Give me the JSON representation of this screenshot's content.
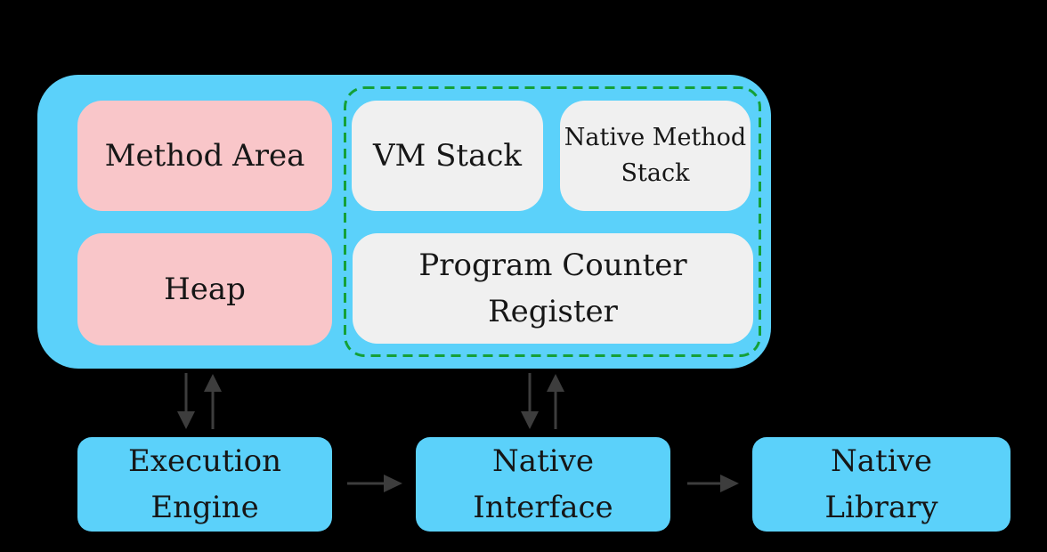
{
  "colors": {
    "container_blue": "#5BD1FA",
    "box_pink": "#F9C6C9",
    "box_gray": "#F0F0F0",
    "dash_green": "#14A038",
    "arrow_gray": "#3D3D3D",
    "text_dark": "#161616",
    "bg": "#000000"
  },
  "diagram": {
    "runtime_area": {
      "memory_boxes": {
        "method_area": {
          "label": "Method Area"
        },
        "heap": {
          "label": "Heap"
        }
      },
      "thread_boxes": {
        "vm_stack": {
          "label": "VM Stack"
        },
        "native_method_stack": {
          "label": "Native Method Stack",
          "line1": "Native Method",
          "line2": "Stack"
        },
        "pc_register": {
          "label": "Program Counter Register",
          "line1": "Program Counter",
          "line2": "Register"
        }
      }
    },
    "bottom_boxes": {
      "execution_engine": {
        "label": "Execution Engine",
        "line1": "Execution",
        "line2": "Engine"
      },
      "native_interface": {
        "label": "Native Interface",
        "line1": "Native",
        "line2": "Interface"
      },
      "native_library": {
        "label": "Native Library",
        "line1": "Native",
        "line2": "Library"
      }
    },
    "arrows": [
      {
        "from": "runtime-data-area",
        "to": "execution-engine",
        "direction": "down"
      },
      {
        "from": "execution-engine",
        "to": "runtime-data-area",
        "direction": "up"
      },
      {
        "from": "runtime-data-area",
        "to": "native-interface",
        "direction": "down"
      },
      {
        "from": "native-interface",
        "to": "runtime-data-area",
        "direction": "up"
      },
      {
        "from": "execution-engine",
        "to": "native-interface",
        "direction": "right"
      },
      {
        "from": "native-interface",
        "to": "native-library",
        "direction": "right"
      }
    ]
  }
}
